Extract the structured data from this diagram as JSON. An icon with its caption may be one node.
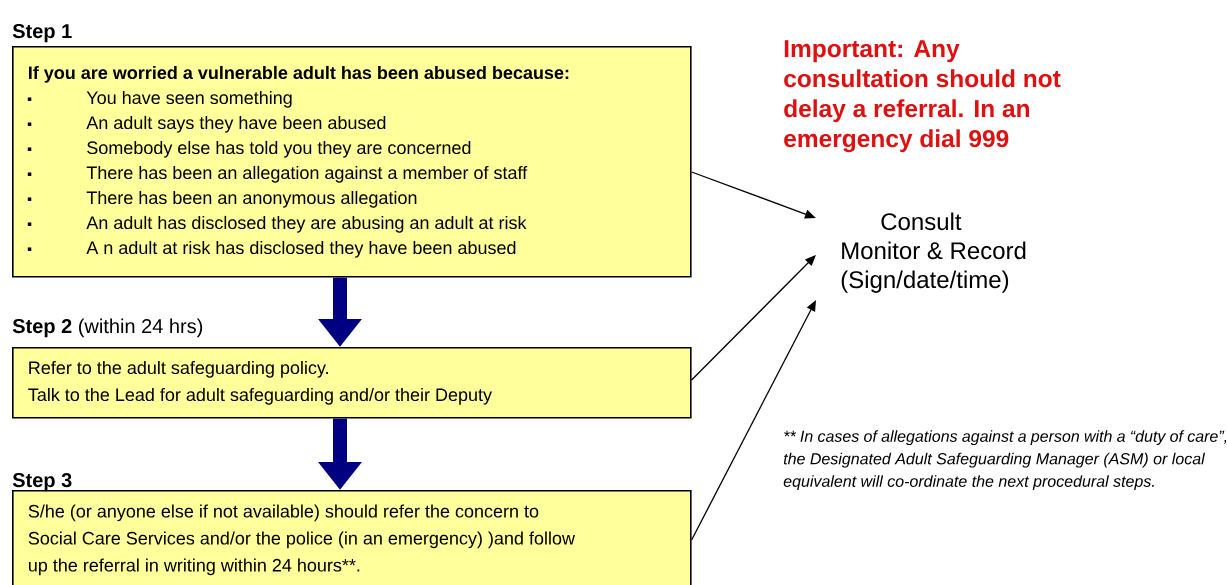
{
  "diagram": {
    "nodes": [
      {
        "text": [
          "Step 1",
          "If you are worried a vulnerable adult has been abused because:",
          "You have seen something",
          "An adult says they have been abused",
          "Somebody else has told you they are concerned",
          "There has been an allegation against a member of staff",
          "There has been an anonymous allegation",
          "An adult has disclosed they are abusing an adult at risk",
          "A n adult at risk has disclosed they have been abused"
        ]
      },
      {
        "text": [
          "**Step 2** (within 24 hrs)",
          "Refer to the adult safeguarding policy.",
          "Talk to the Lead for adult safeguarding and/or their Deputy"
        ]
      },
      {
        "text": [
          "Step 3",
          "S/he (or anyone else if not available) should refer the concern to Social Care Services and/or the police (in an emergency) )and follow up the referral in writing within 24 hours**."
        ]
      },
      {
        "text": [
          "Consult",
          "Monitor & Record (Sign/date/time)"
        ]
      }
    ],
    "edges": [
      {
        "from": 0,
        "to": 1,
        "arrow": "to",
        "style": "thick",
        "color": "#000080"
      },
      {
        "from": 1,
        "to": 2,
        "arrow": "to",
        "style": "thick",
        "color": "#000080"
      },
      {
        "from": 0,
        "to": 3,
        "arrow": "to"
      },
      {
        "from": 1,
        "to": 3,
        "arrow": "to"
      },
      {
        "from": 2,
        "to": 3,
        "arrow": "to"
      }
    ],
    "labels": [
      "Important: Any consultation should not delay a referral. In an emergency dial 999",
      "** In cases of allegations against a person with a “duty of care”, the Designated Adult Safeguarding Manager (ASM) or local equivalent will co-ordinate the next procedural steps."
    ]
  }
}
